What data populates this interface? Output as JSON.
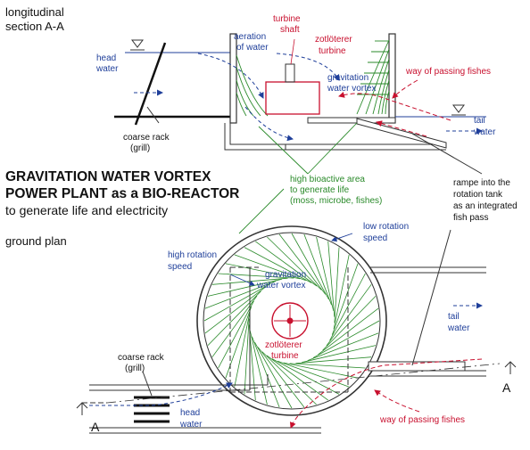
{
  "colors": {
    "text": "#111111",
    "water_blue": "#1f3f9a",
    "turbine_red": "#c8102e",
    "bio_green": "#2a8a2a",
    "structure": "#333333"
  },
  "section": {
    "line1": "longitudinal",
    "line2": "section A-A"
  },
  "title": {
    "line1": "GRAVITATION WATER VORTEX",
    "line2": "POWER PLANT as a BIO-REACTOR",
    "line3": "to generate life and electricity"
  },
  "ground_plan": "ground plan",
  "labels": {
    "turbine_shaft": [
      "turbine",
      "shaft"
    ],
    "zotloterer_turbine_top": [
      "zotlöterer",
      "turbine"
    ],
    "aeration": [
      "aeration",
      "of water"
    ],
    "head_water_top": [
      "head",
      "water"
    ],
    "gravitation_vortex_top": [
      "gravitation",
      "water vortex"
    ],
    "fish_top": "way of passing fishes",
    "tail_water_top": [
      "tail",
      "water"
    ],
    "coarse_rack_top": [
      "coarse rack",
      "(grill)"
    ],
    "bioactive": [
      "high bioactive area",
      "to generate life",
      "(moss, microbe, fishes)"
    ],
    "rampe": [
      "rampe into the",
      "rotation tank",
      "as an integrated",
      "fish pass"
    ],
    "low_rotation": [
      "low rotation",
      "speed"
    ],
    "high_rotation": [
      "high rotation",
      "speed"
    ],
    "gravitation_vortex_plan": [
      "gravitation",
      "water vortex"
    ],
    "zotloterer_turbine_plan": [
      "zotlöterer",
      "turbine"
    ],
    "tail_water_plan": [
      "tail",
      "water"
    ],
    "coarse_rack_plan": [
      "coarse rack",
      "(grill)"
    ],
    "head_water_plan": [
      "head",
      "water"
    ],
    "fish_plan": "way of passing fishes",
    "section_marker": "A"
  }
}
